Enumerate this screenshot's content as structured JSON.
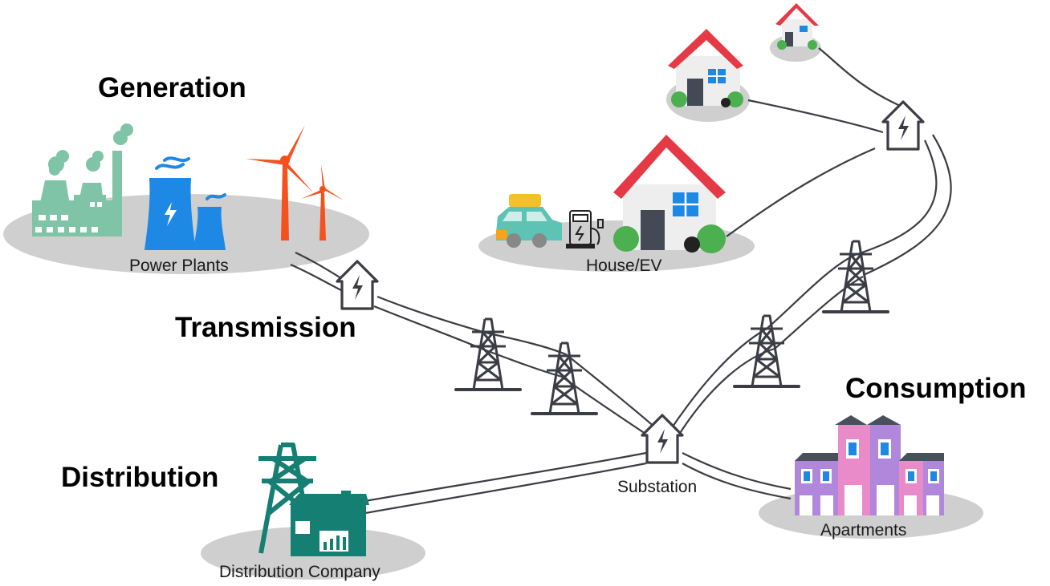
{
  "headings": {
    "generation": "Generation",
    "transmission": "Transmission",
    "distribution": "Distribution",
    "consumption": "Consumption"
  },
  "labels": {
    "power_plants": "Power Plants",
    "house_ev": "House/EV",
    "substation": "Substation",
    "distribution_company": "Distribution Company",
    "apartments": "Apartments"
  },
  "colors": {
    "ground": "#cfcfcf",
    "line": "#3c3d44",
    "factory": "#7fc4a6",
    "nuclear": "#1e88e5",
    "turbine": "#f4511e",
    "roof": "#e53945",
    "house_wall": "#eeeeee",
    "door": "#444a55",
    "bush": "#4caf50",
    "car": "#5cc3b5",
    "car_luggage": "#f7c028",
    "distribution": "#167f74",
    "apartment_pink": "#e98bc9",
    "apartment_purple": "#b087da",
    "apartment_roof": "#4a4f5c"
  },
  "icons": {
    "power_plants": "factory-nuclear-windturbine-icon",
    "substation": "substation-icon",
    "pylon": "transmission-tower-icon",
    "house": "house-icon",
    "ev": "electric-car-charger-icon",
    "distribution_company": "distribution-company-icon",
    "apartments": "apartments-icon"
  }
}
